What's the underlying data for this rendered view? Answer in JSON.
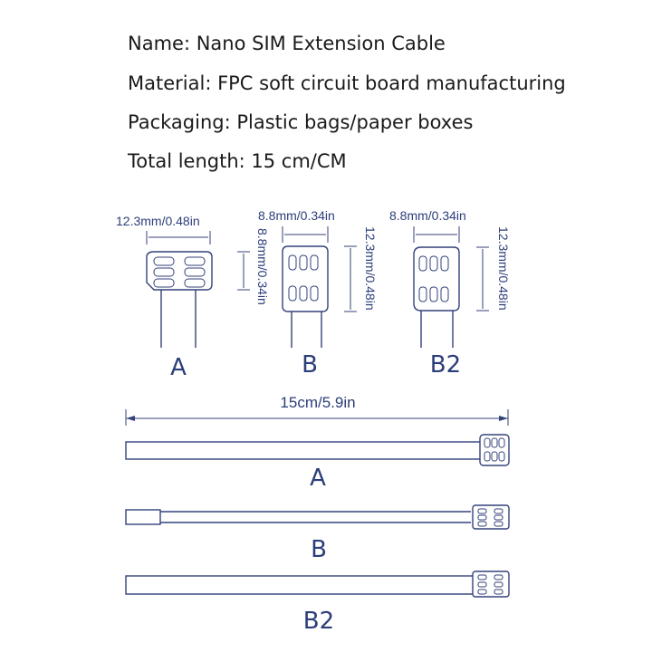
{
  "specs": {
    "name": "Name: Nano SIM Extension Cable",
    "material": "Material: FPC soft circuit board manufacturing",
    "packaging": "Packaging: Plastic bags/paper boxes",
    "length": "Total length: 15 cm/CM"
  },
  "connectors": {
    "a": {
      "width_label": "12.3mm/0.48in",
      "height_label": "8.8mm/0.34in",
      "label": "A"
    },
    "b": {
      "width_label": "8.8mm/0.34in",
      "height_label": "12.3mm/0.48in",
      "label": "B"
    },
    "b2": {
      "width_label": "8.8mm/0.34in",
      "height_label": "12.3mm/0.48in",
      "label": "B2"
    }
  },
  "cables": {
    "length_label": "15cm/5.9in",
    "a_label": "A",
    "b_label": "B",
    "b2_label": "B2"
  },
  "colors": {
    "line": "#34427a",
    "text": "#2c3e7a"
  }
}
